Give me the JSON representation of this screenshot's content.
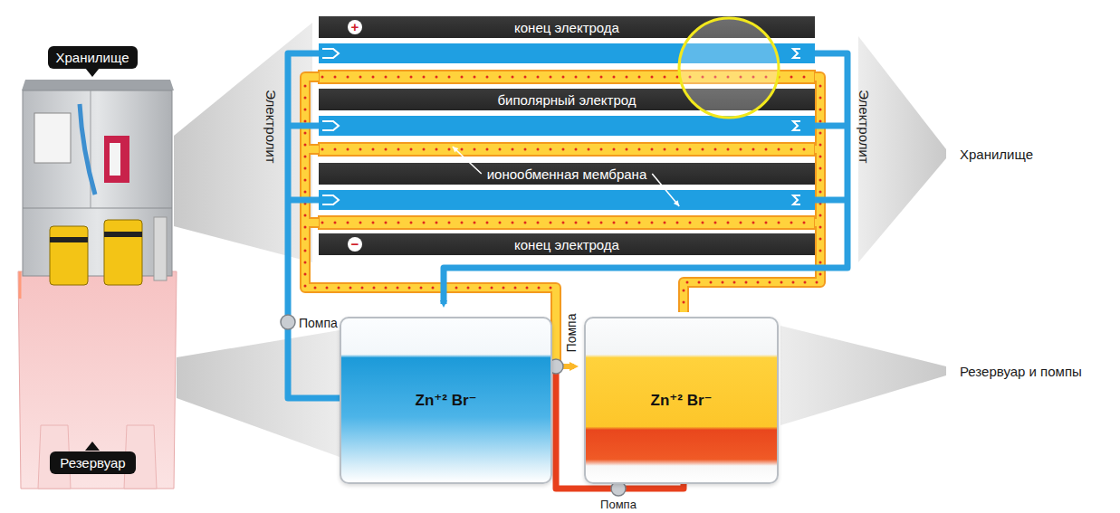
{
  "diagram": {
    "nodes": [
      {
        "text": [
          "Хранилище"
        ]
      },
      {
        "text": [
          "Резервуар"
        ]
      },
      {
        "text": [
          "конец электрода"
        ]
      },
      {
        "text": [
          "биполярный электрод"
        ]
      },
      {
        "text": [
          "ионообменная мембрана"
        ]
      },
      {
        "text": [
          "конец электрода"
        ]
      },
      {
        "text": [
          "Zn⁺² Br⁻"
        ]
      },
      {
        "text": [
          "Zn⁺² Br⁻"
        ]
      }
    ],
    "labels": [
      "+",
      "−",
      "Электролит",
      "Электролит",
      "Хранилище",
      "Резервуар и помпы",
      "Помпа",
      "Помпа",
      "Помпа"
    ]
  }
}
